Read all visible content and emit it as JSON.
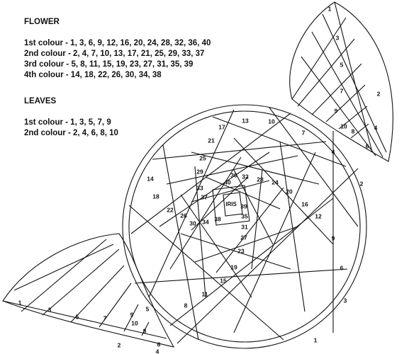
{
  "legend": {
    "flower_title": "FLOWER",
    "flower_rows": [
      "1st colour - 1, 3, 6, 9, 12, 16, 20, 24, 28, 32, 36, 40",
      "2nd colour - 2, 4, 7, 10, 13, 17, 21, 25, 29, 33, 37",
      "3rd colour - 5, 8, 11, 15, 19, 23, 27, 31, 35, 39",
      "4th colour - 14, 18, 22, 26, 30, 34, 38"
    ],
    "leaves_title": "LEAVES",
    "leaves_rows": [
      "1st colour - 1, 3, 5, 7, 9",
      "2nd colour - 2, 4, 6, 8, 10"
    ]
  },
  "diagram": {
    "center_label": "IRIS",
    "flower_numbers": [
      "1",
      "2",
      "3",
      "4",
      "5",
      "6",
      "7",
      "8",
      "9",
      "10",
      "11",
      "12",
      "13",
      "14",
      "15",
      "16",
      "17",
      "18",
      "19",
      "20",
      "21",
      "22",
      "23",
      "24",
      "25",
      "26",
      "27",
      "28",
      "29",
      "30",
      "31",
      "32",
      "33",
      "34",
      "35",
      "36",
      "37",
      "38",
      "39",
      "40"
    ],
    "leaf_top_numbers": [
      "1",
      "2",
      "3",
      "4",
      "5",
      "6",
      "7",
      "8",
      "9",
      "10"
    ],
    "leaf_bottom_numbers": [
      "1",
      "2",
      "3",
      "4",
      "5",
      "6",
      "7",
      "8",
      "9",
      "10"
    ]
  }
}
